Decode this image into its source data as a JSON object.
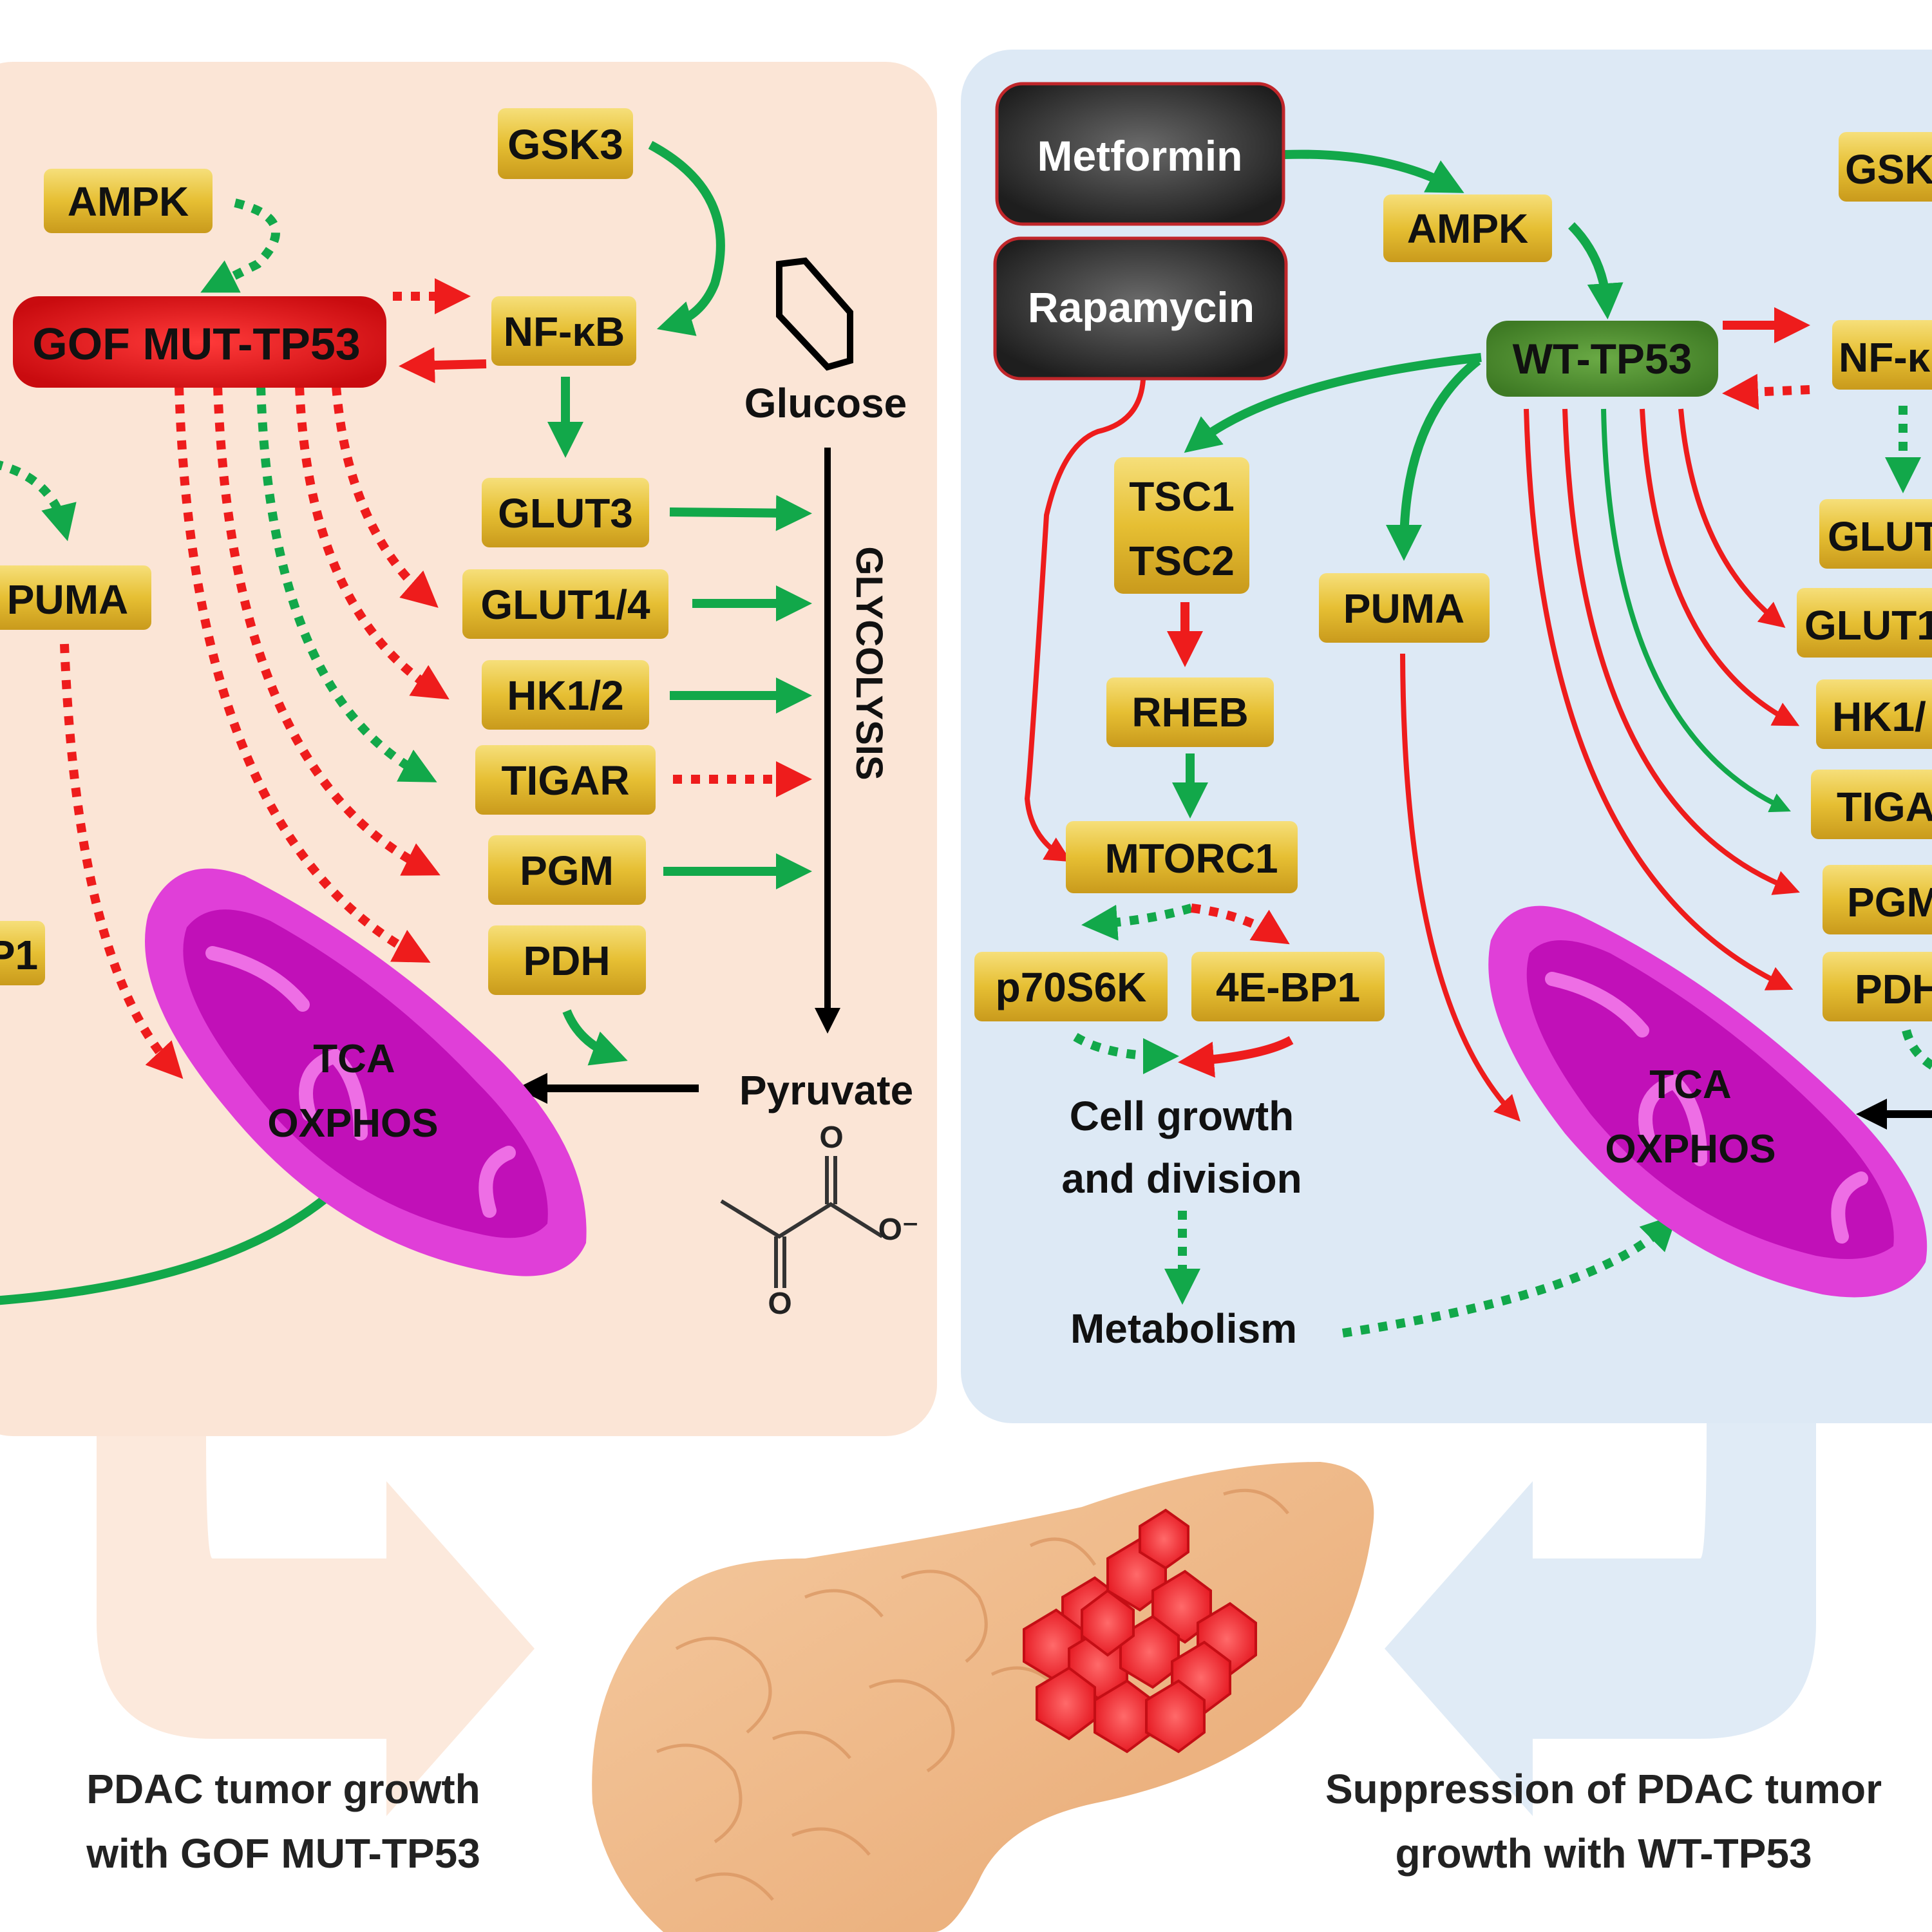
{
  "colors": {
    "left_panel_bg": "#fbe5d6",
    "right_panel_bg": "#dde9f5",
    "gene_box": "#e8c23a",
    "mut_tp53": "#e0161b",
    "wt_tp53": "#4e8f2f",
    "drug_box": "#2b2b2b",
    "activation": "#12a84a",
    "inhibition": "#ee1c1c",
    "mitochondrion": "#d41ec8",
    "tumor": "#e8141e",
    "pancreas": "#f0b98a"
  },
  "left_panel": {
    "title_node": "GOF MUT-TP53",
    "nodes": {
      "ampk": "AMPK",
      "gsk3": "GSK3",
      "nfkb": "NF-κB",
      "puma": "PUMA",
      "p1_partial": "P1",
      "glut3": "GLUT3",
      "glut14": "GLUT1/4",
      "hk12": "HK1/2",
      "tigar": "TIGAR",
      "pgm": "PGM",
      "pdh": "PDH",
      "glucose": "Glucose",
      "glycolysis": "GLYCOLYSIS",
      "pyruvate": "Pyruvate",
      "tca": "TCA",
      "oxphos": "OXPHOS",
      "pyruvate_o_top": "O",
      "pyruvate_o_bottom": "O",
      "pyruvate_o_minus": "O⁻"
    }
  },
  "right_panel": {
    "title_node": "WT-TP53",
    "drugs": [
      "Metformin",
      "Rapamycin"
    ],
    "nodes": {
      "ampk": "AMPK",
      "gsk3": "GSK",
      "nfkb": "NF-κ",
      "tsc1": "TSC1",
      "tsc2": "TSC2",
      "rheb": "RHEB",
      "mtorc1": "MTORC1",
      "p70s6k": "p70S6K",
      "ebp1": "4E-BP1",
      "puma": "PUMA",
      "cell_growth_1": "Cell growth",
      "cell_growth_2": "and division",
      "metabolism": "Metabolism",
      "glut3": "GLUT",
      "glut14": "GLUT1",
      "hk12": "HK1/",
      "tigar": "TIGA",
      "pgm": "PGM",
      "pdh": "PDH",
      "tca": "TCA",
      "oxphos": "OXPHOS"
    }
  },
  "captions": {
    "left_line1": "PDAC  tumor growth",
    "left_line2": "with GOF MUT-TP53",
    "right_line1": "Suppression of PDAC  tumor",
    "right_line2": "growth with WT-TP53"
  }
}
